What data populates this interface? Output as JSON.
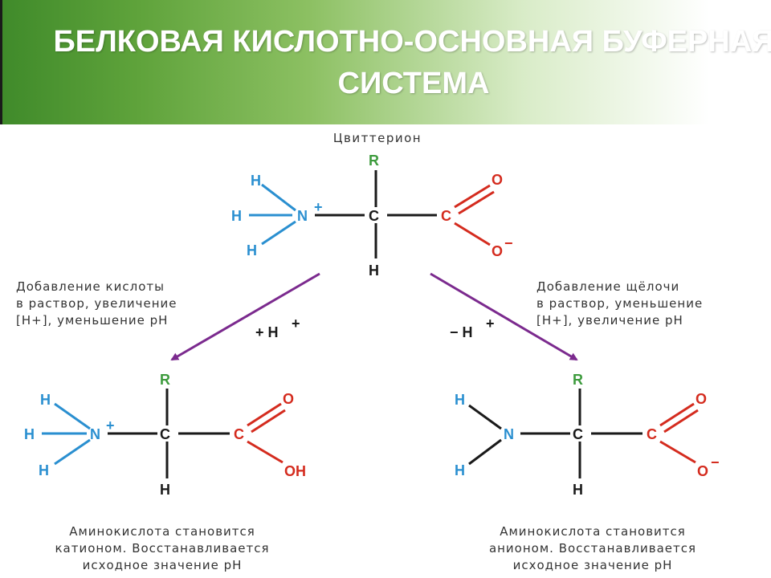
{
  "title": "БЕЛКОВАЯ КИСЛОТНО-ОСНОВНАЯ БУФЕРНАЯ СИСТЕМА",
  "zwitterion_label": "Цвиттерион",
  "atoms": {
    "H": "H",
    "N": "N",
    "C": "C",
    "R": "R",
    "O": "O",
    "OH": "OH",
    "plus": "+",
    "minus": "−"
  },
  "left_arrow_lines": [
    "Добавление кислоты",
    "в раствор, увеличение",
    "[H+], уменьшение pH"
  ],
  "right_arrow_lines": [
    "Добавление щёлочи",
    "в раствор, уменьшение",
    "[H+], увеличение pH"
  ],
  "left_reagent": "+ H",
  "right_reagent": "− H",
  "left_result_lines": [
    "Аминокислота становится",
    "катионом. Восстанавливается",
    "исходное значение pH"
  ],
  "right_result_lines": [
    "Аминокислота становится",
    "анионом. Восстанавливается",
    "исходное значение pH"
  ],
  "colors": {
    "amine_blue": "#2a8fd0",
    "carboxyl_red": "#d42b1e",
    "r_green": "#3d9b3d",
    "arrow_purple": "#7b2a8e",
    "bond_black": "#1a1a1a"
  }
}
